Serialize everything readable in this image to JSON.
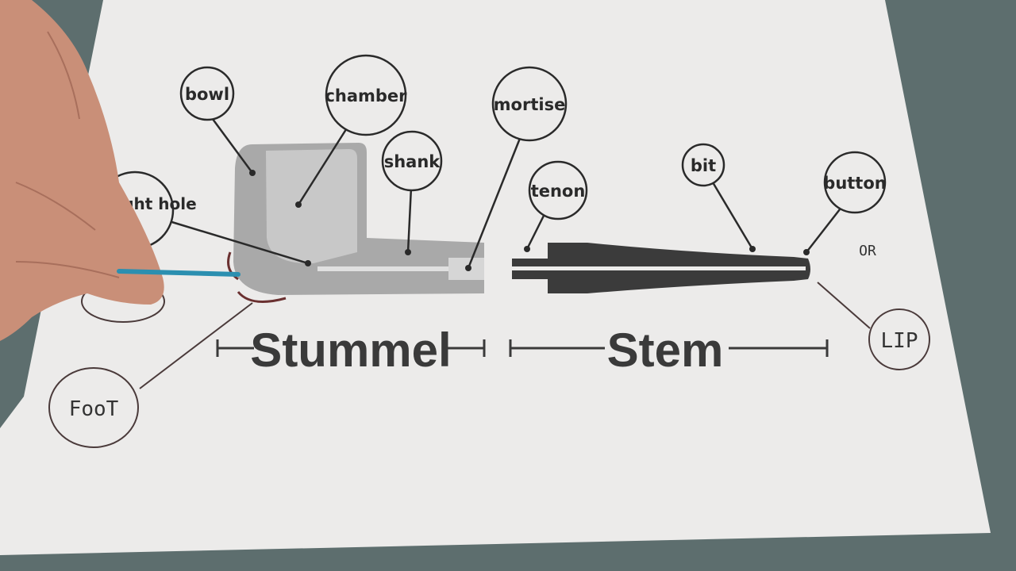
{
  "labels": {
    "bowl": "bowl",
    "chamber": "chamber",
    "shank": "shank",
    "mortise": "mortise",
    "draught_hole": "draught hole",
    "tenon": "tenon",
    "bit": "bit",
    "button": "button"
  },
  "sections": {
    "stummel": "Stummel",
    "stem": "Stem"
  },
  "handwritten": {
    "foot": "FooT",
    "lip": "LIP",
    "or": "OR"
  },
  "colors": {
    "paper": "#ecebea",
    "table": "#5d6e6e",
    "stummel_outer": "#a9a9a9",
    "stummel_inner": "#c8c8c8",
    "stem": "#3b3b3b",
    "skin": "#c98f78"
  }
}
